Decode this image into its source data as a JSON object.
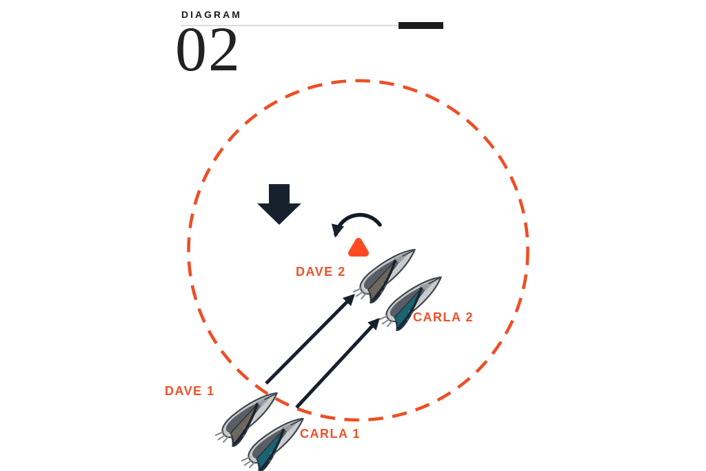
{
  "header": {
    "kicker": "DIAGRAM",
    "number": "02"
  },
  "labels": {
    "dave1": "DAVE 1",
    "dave2": "DAVE 2",
    "carla1": "CARLA 1",
    "carla2": "CARLA 2"
  },
  "colors": {
    "ink": "#1c1c1c",
    "rule_gray": "#dcdcdc",
    "accent_orange": "#f0502a",
    "circle_orange": "#ee4e25",
    "mark_orange": "#ff4a22",
    "navy": "#16212d",
    "hull_gray": "#c9cccd",
    "sail_dave": "#6e675c",
    "sail_dave_dark": "#4f4a3d",
    "sail_carla": "#1a6372",
    "sail_carla_dark": "#11505e"
  }
}
